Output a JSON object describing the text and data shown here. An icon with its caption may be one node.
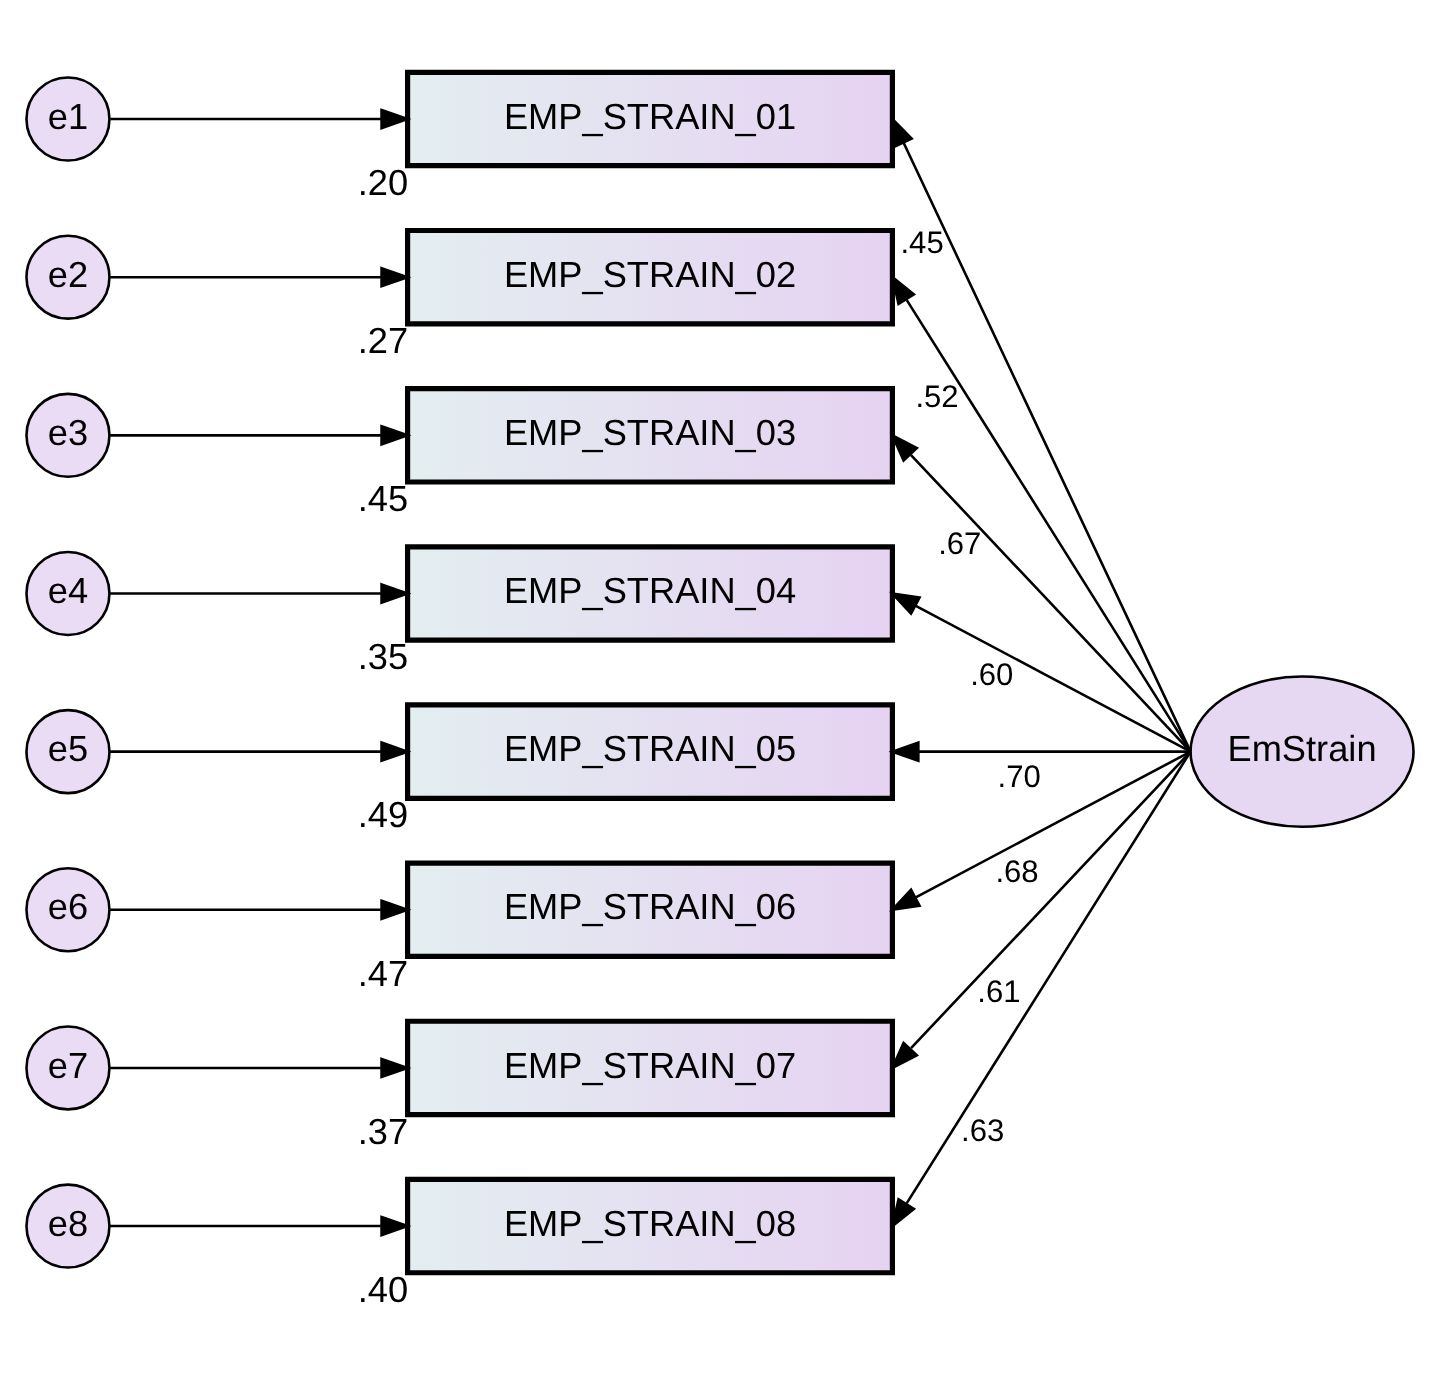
{
  "diagram": {
    "nodes": [
      {
        "text": [
          "e1"
        ]
      },
      {
        "text": [
          "e2"
        ]
      },
      {
        "text": [
          "e3"
        ]
      },
      {
        "text": [
          "e4"
        ]
      },
      {
        "text": [
          "e5"
        ]
      },
      {
        "text": [
          "e6"
        ]
      },
      {
        "text": [
          "e7"
        ]
      },
      {
        "text": [
          "e8"
        ]
      },
      {
        "text": [
          "EMP_STRAIN_01"
        ],
        "beside": [
          ".20"
        ]
      },
      {
        "text": [
          "EMP_STRAIN_02"
        ],
        "beside": [
          ".27"
        ]
      },
      {
        "text": [
          "EMP_STRAIN_03"
        ],
        "beside": [
          ".45"
        ]
      },
      {
        "text": [
          "EMP_STRAIN_04"
        ],
        "beside": [
          ".35"
        ]
      },
      {
        "text": [
          "EMP_STRAIN_05"
        ],
        "beside": [
          ".49"
        ]
      },
      {
        "text": [
          "EMP_STRAIN_06"
        ],
        "beside": [
          ".47"
        ]
      },
      {
        "text": [
          "EMP_STRAIN_07"
        ],
        "beside": [
          ".37"
        ]
      },
      {
        "text": [
          "EMP_STRAIN_08"
        ],
        "beside": [
          ".40"
        ]
      },
      {
        "text": [
          "EmStrain"
        ]
      }
    ],
    "edges": [
      {
        "from": 0,
        "to": 8,
        "arrow": "to"
      },
      {
        "from": 1,
        "to": 9,
        "arrow": "to"
      },
      {
        "from": 2,
        "to": 10,
        "arrow": "to"
      },
      {
        "from": 3,
        "to": 11,
        "arrow": "to"
      },
      {
        "from": 4,
        "to": 12,
        "arrow": "to"
      },
      {
        "from": 5,
        "to": 13,
        "arrow": "to"
      },
      {
        "from": 6,
        "to": 14,
        "arrow": "to"
      },
      {
        "from": 7,
        "to": 15,
        "arrow": "to"
      },
      {
        "from": 16,
        "to": 8,
        "arrow": "to",
        "label": ".45"
      },
      {
        "from": 16,
        "to": 9,
        "arrow": "to",
        "label": ".52"
      },
      {
        "from": 16,
        "to": 10,
        "arrow": "to",
        "label": ".67"
      },
      {
        "from": 16,
        "to": 11,
        "arrow": "to",
        "label": ".60"
      },
      {
        "from": 16,
        "to": 12,
        "arrow": "to",
        "label": ".70"
      },
      {
        "from": 16,
        "to": 13,
        "arrow": "to",
        "label": ".68"
      },
      {
        "from": 16,
        "to": 14,
        "arrow": "to",
        "label": ".61"
      },
      {
        "from": 16,
        "to": 15,
        "arrow": "to",
        "label": ".63"
      }
    ]
  }
}
